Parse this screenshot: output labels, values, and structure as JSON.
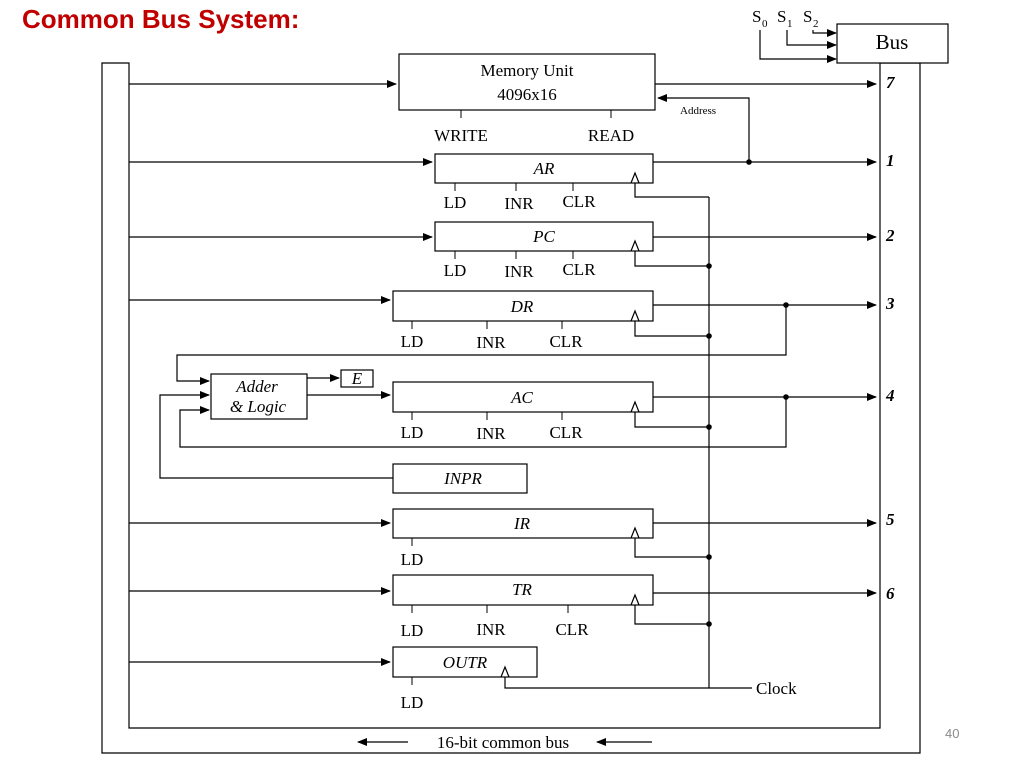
{
  "page": {
    "title": "Common Bus System:",
    "page_number": "40"
  },
  "selectors": {
    "s0": "S",
    "s0_sub": "0",
    "s1": "S",
    "s1_sub": "1",
    "s2": "S",
    "s2_sub": "2",
    "bus_label": "Bus"
  },
  "memory": {
    "title_line1": "Memory Unit",
    "title_line2": "4096x16",
    "write": "WRITE",
    "read": "READ",
    "address": "Address"
  },
  "registers": {
    "ar": "AR",
    "pc": "PC",
    "dr": "DR",
    "ac": "AC",
    "inpr": "INPR",
    "ir": "IR",
    "tr": "TR",
    "outr": "OUTR",
    "e": "E"
  },
  "alu": {
    "line1": "Adder",
    "line2": "& Logic"
  },
  "controls": {
    "ld": "LD",
    "inr": "INR",
    "clr": "CLR"
  },
  "bus_numbers": {
    "memory": "7",
    "ar": "1",
    "pc": "2",
    "dr": "3",
    "ac": "4",
    "ir": "5",
    "tr": "6"
  },
  "clock": "Clock",
  "common_bus": "16-bit common bus"
}
